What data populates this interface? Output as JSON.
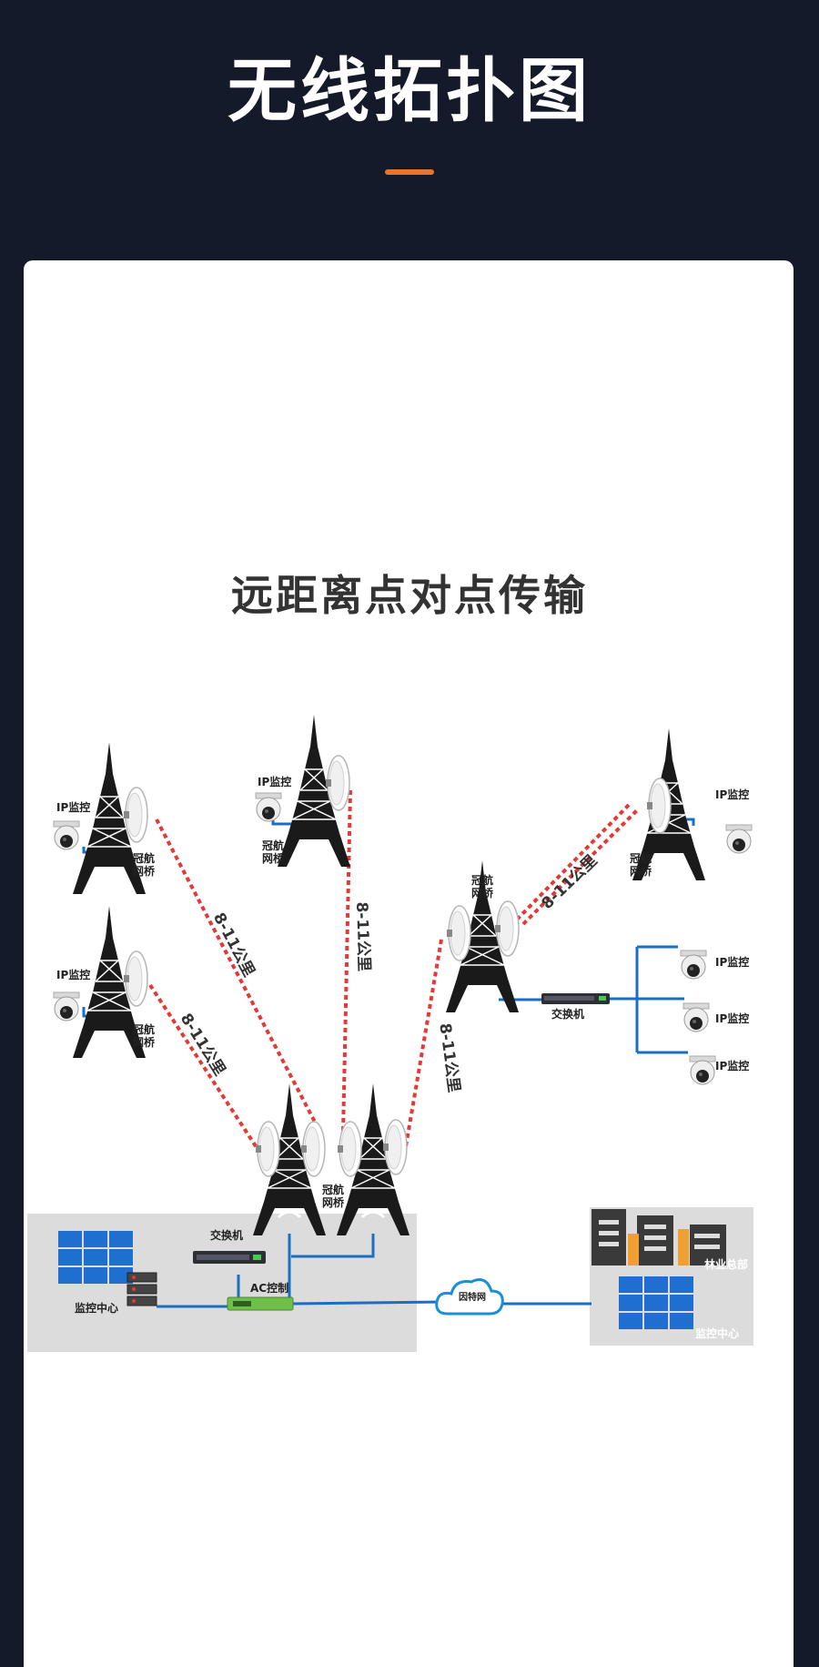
{
  "header": {
    "title": "无线拓扑图"
  },
  "subtitle": "远距离点对点传输",
  "labels": {
    "ip_camera": "IP监控",
    "bridge_brand": "冠航",
    "bridge_name": "网桥",
    "switch": "交换机",
    "ac_control": "AC控制",
    "monitor_center": "监控中心",
    "internet": "因特网",
    "forestry_hq": "林业总部",
    "distance": "8-11公里"
  },
  "colors": {
    "header_bg": "#141a2a",
    "accent": "#e8732e",
    "link_dashed": "#e53935",
    "cable": "#1a6fc2",
    "zone_bg": "#dcdcdc",
    "screen_blue": "#1f6fd1"
  },
  "icons": [
    "tower-icon",
    "dish-antenna-icon",
    "ip-camera-icon",
    "switch-icon",
    "ac-controller-icon",
    "server-icon",
    "video-wall-icon",
    "cloud-icon",
    "building-icon"
  ]
}
